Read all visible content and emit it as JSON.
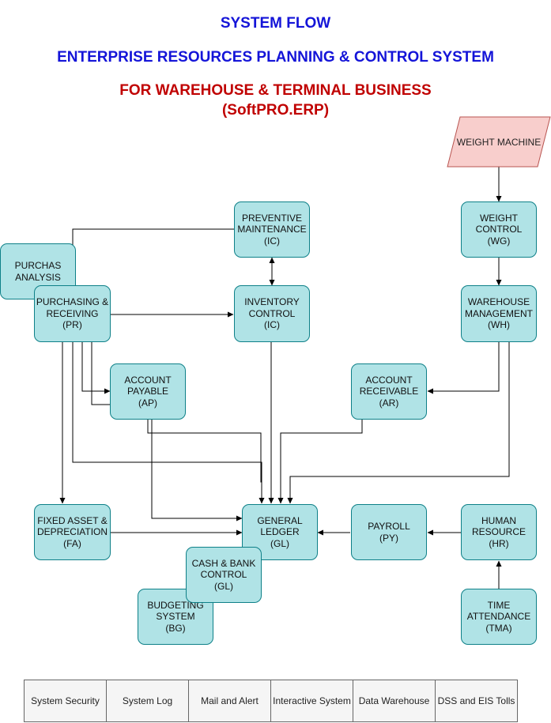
{
  "titles": {
    "line1": "SYSTEM FLOW",
    "line2": "ENTERPRISE RESOURCES PLANNING & CONTROL SYSTEM",
    "line3": "FOR WAREHOUSE & TERMINAL BUSINESS",
    "line4": "(SoftPRO.ERP)"
  },
  "colors": {
    "title_blue": "#1414d8",
    "title_red": "#c00000",
    "node_fill": "#b0e3e6",
    "node_border": "#0e8088",
    "weight_machine_fill": "#f8cecc",
    "weight_machine_border": "#b85450"
  },
  "nodes": {
    "weight_machine": "WEIGHT MACHINE",
    "weight_control": "WEIGHT\nCONTROL\n(WG)",
    "preventive_maintenance": "PREVENTIVE\nMAINTENANCE\n(IC)",
    "purchas_analysis": "PURCHAS\nANALYSIS",
    "purchasing_receiving": "PURCHASING &\nRECEIVING\n(PR)",
    "inventory_control": "INVENTORY\nCONTROL\n(IC)",
    "warehouse_management": "WAREHOUSE\nMANAGEMENT\n(WH)",
    "account_payable": "ACCOUNT\nPAYABLE\n(AP)",
    "account_receivable": "ACCOUNT\nRECEIVABLE\n(AR)",
    "fixed_asset": "FIXED ASSET &\nDEPRECIATION\n(FA)",
    "general_ledger": "GENERAL\nLEDGER\n(GL)",
    "payroll": "PAYROLL\n(PY)",
    "human_resource": "HUMAN\nRESOURCE\n(HR)",
    "cash_bank": "CASH & BANK\nCONTROL\n(GL)",
    "budgeting": "BUDGETING\nSYSTEM\n(BG)",
    "time_attendance": "TIME\nATTENDANCE\n(TMA)"
  },
  "bottom_bar": [
    "System Security",
    "System Log",
    "Mail and Alert",
    "Interactive System",
    "Data Warehouse",
    "DSS and EIS Tolls"
  ]
}
